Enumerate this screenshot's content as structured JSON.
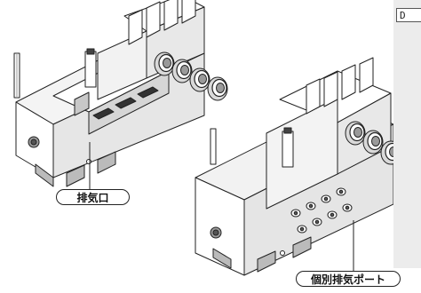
{
  "side_tab": {
    "label": "D"
  },
  "callouts": {
    "exhaust_port": "排気口",
    "individual_exhaust_port": "個別排気ポート"
  },
  "colors": {
    "line": "#222222",
    "face_light": "#ffffff",
    "face_mid": "#e4e4e4",
    "face_dark": "#b3b3b3",
    "panel": "#ececec"
  }
}
